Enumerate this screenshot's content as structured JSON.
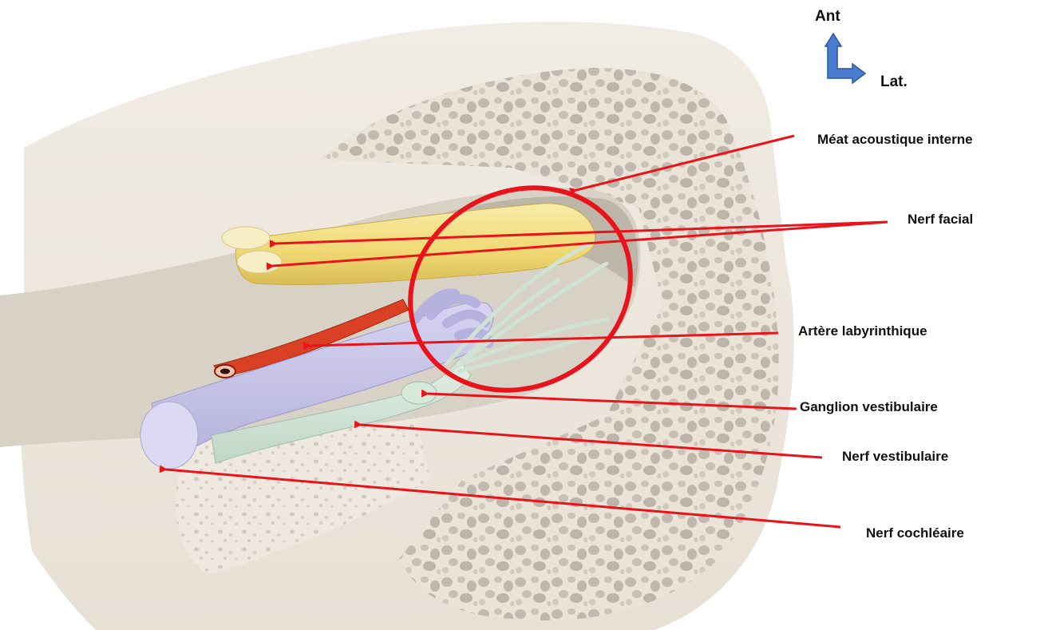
{
  "orientation": {
    "anterior_label": "Ant",
    "lateral_label": "Lat.",
    "arrow_color": "#4472c4"
  },
  "labels": [
    {
      "id": "meat",
      "text": "Méat acoustique interne"
    },
    {
      "id": "facial",
      "text": "Nerf facial"
    },
    {
      "id": "artere",
      "text": "Artère labyrinthique"
    },
    {
      "id": "ganglion",
      "text": "Ganglion vestibulaire"
    },
    {
      "id": "vestibulaire",
      "text": "Nerf vestibulaire"
    },
    {
      "id": "cochleaire",
      "text": "Nerf cochléaire"
    }
  ],
  "colors": {
    "annotation": "#e8141b",
    "bone": "#ece6dc",
    "bone_cavity": "#bdb6ac",
    "facial_nerve": "#f3e08a",
    "vestibular_nerve": "#d4e6d8",
    "cochlear_nerve": "#c6c4e6",
    "artery": "#d94024"
  }
}
